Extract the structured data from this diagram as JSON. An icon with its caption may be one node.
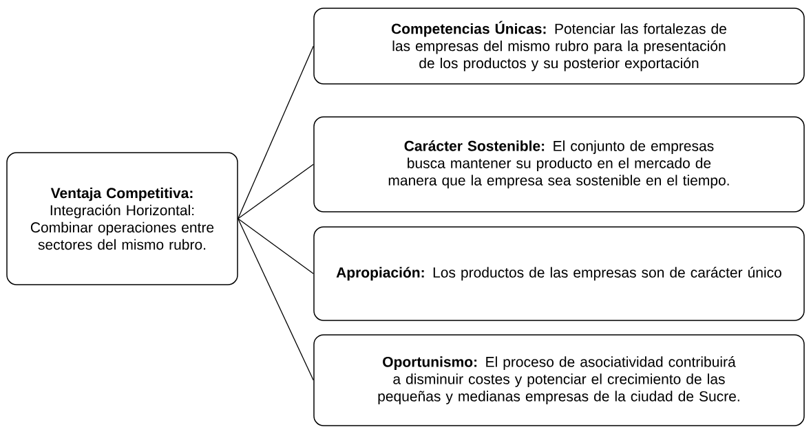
{
  "diagram": {
    "nodes": [
      {
        "text": [
          "Ventaja Competitiva:",
          "Integración Horizontal: Combinar operaciones entre sectores del mismo rubro."
        ]
      },
      {
        "text": [
          "**Competencias Únicas:** Potenciar las fortalezas de las empresas del mismo rubro para la presentación de los productos y su posterior exportación"
        ]
      },
      {
        "text": [
          "**Carácter Sostenible:** El conjunto de empresas busca mantener su producto en el mercado de manera que la empresa sea sostenible en el tiempo."
        ]
      },
      {
        "text": [
          "**Apropiación:** Los productos de las empresas son de carácter único"
        ]
      },
      {
        "text": [
          "**Oportunismo:** El proceso de asociatividad contribuirá a disminuir costes y potenciar el crecimiento de las pequeñas y medianas empresas de la ciudad de Sucre."
        ]
      }
    ],
    "edges": [
      {
        "from": 0,
        "to": 1,
        "arrow": "none"
      },
      {
        "from": 0,
        "to": 2,
        "arrow": "none"
      },
      {
        "from": 0,
        "to": 3,
        "arrow": "none"
      },
      {
        "from": 0,
        "to": 4,
        "arrow": "none"
      }
    ]
  }
}
